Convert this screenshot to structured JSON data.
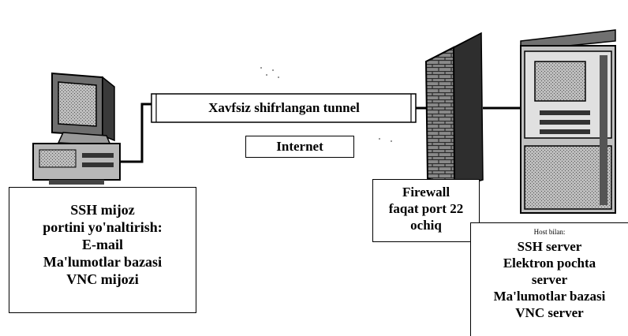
{
  "tunnel": {
    "label": "Xavfsiz shifrlangan tunnel"
  },
  "internet": {
    "label": "Internet"
  },
  "client_box": {
    "lines": [
      "SSH mijoz",
      "portini yo'naltirish:",
      "E-mail",
      "Ma'lumotlar bazasi",
      "VNC mijozi"
    ]
  },
  "firewall_box": {
    "lines": [
      "Firewall",
      "faqat port 22",
      "ochiq"
    ]
  },
  "server_box": {
    "caption": "Host bilan:",
    "lines": [
      "SSH server",
      "Elektron pochta",
      "server",
      "Ma'lumotlar bazasi",
      "VNC server"
    ]
  },
  "icons": [
    "computer-icon",
    "firewall-icon",
    "server-tower-icon"
  ]
}
